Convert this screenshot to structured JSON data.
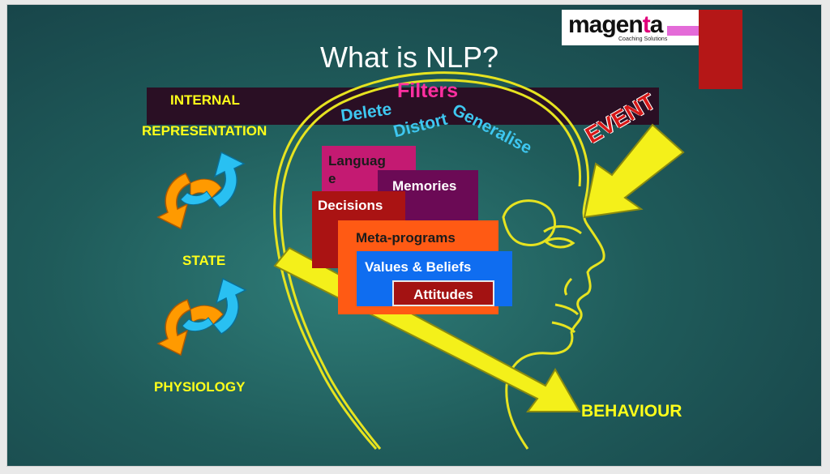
{
  "title": "What is NLP?",
  "logo": {
    "word_start": "magen",
    "word_highlight": "t",
    "word_end": "a",
    "subtitle": "Coaching Solutions"
  },
  "left_labels": {
    "internal": "INTERNAL",
    "representation": "REPRESENTATION",
    "state": "STATE",
    "physiology": "PHYSIOLOGY"
  },
  "filters": {
    "title": "Filters",
    "delete": "Delete",
    "distort": "Distort",
    "generalise": "Generalise"
  },
  "event": "EVENT",
  "boxes": {
    "language_line1": "Languag",
    "language_line2": "e",
    "memories": "Memories",
    "decisions": "Decisions",
    "meta_programs": "Meta-programs",
    "values_beliefs": "Values & Beliefs",
    "attitudes": "Attitudes"
  },
  "behaviour": "BEHAVIOUR",
  "colors": {
    "label_yellow": "#ffff1a",
    "filters_pink": "#ff2fa0",
    "filters_blue": "#3ec7f0",
    "event_red": "#d81818",
    "cycle_orange": "#ff9a00",
    "cycle_blue": "#29c0f2"
  }
}
